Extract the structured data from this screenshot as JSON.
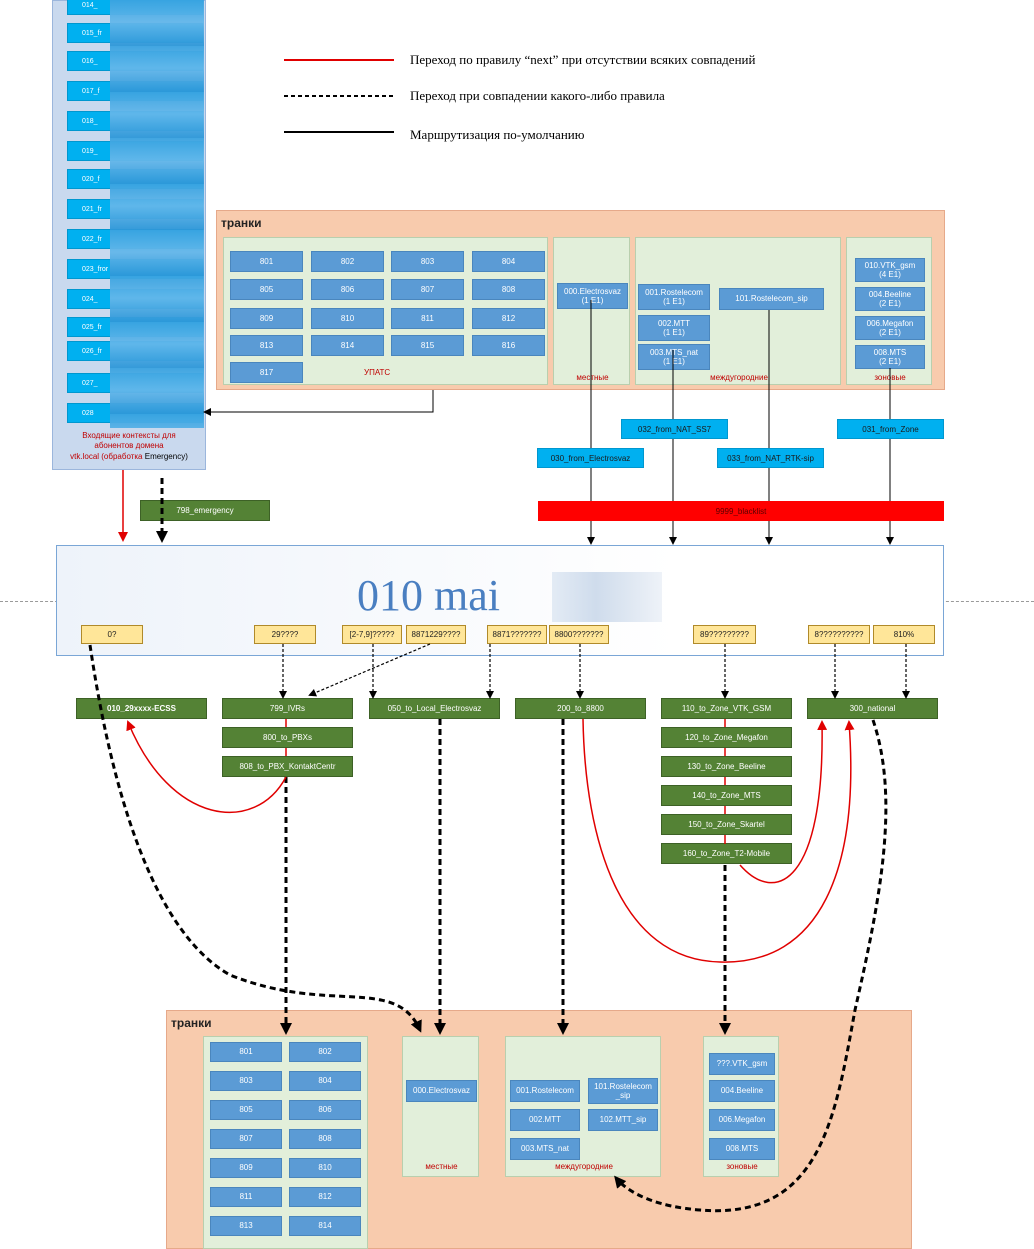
{
  "legend": [
    {
      "label": "Переход по правилу “next” при отсутствии всяких совпадений",
      "style": "solid-red"
    },
    {
      "label": "Переход при совпадении какого-либо правила",
      "style": "dashed-black"
    },
    {
      "label": "Маршрутизация по-умолчанию",
      "style": "solid-black"
    }
  ],
  "contexts": {
    "items": [
      "014_",
      "015_fr",
      "016_",
      "017_f",
      "018_",
      "019_",
      "020_f",
      "021_fr",
      "022_fr",
      "023_fror",
      "024_",
      "025_fr",
      "026_fr",
      "027_",
      "028"
    ],
    "caption_line1": "Входящие контексты для",
    "caption_line2": "абонентов домена",
    "caption_line3a": "vtk.local (обработка ",
    "caption_line3b": "Emergency)"
  },
  "top_trunks": {
    "title": "транки",
    "upats": {
      "caption": "УПАТС",
      "items": [
        "801",
        "802",
        "803",
        "804",
        "805",
        "806",
        "807",
        "808",
        "809",
        "810",
        "811",
        "812",
        "813",
        "814",
        "815",
        "816",
        "817"
      ]
    },
    "local": {
      "caption": "местные",
      "item_line1": "000.Electrosvaz",
      "item_line2": "(1 E1)"
    },
    "intercity": {
      "caption": "междугородние",
      "items": [
        {
          "l1": "001.Rostelecom",
          "l2": "(1 E1)"
        },
        {
          "l1": "002.MTT",
          "l2": "(1 E1)"
        },
        {
          "l1": "003.MTS_nat",
          "l2": "(1 E1)"
        }
      ],
      "sip": "101.Rostelecom_sip"
    },
    "zone": {
      "caption": "зоновые",
      "items": [
        {
          "l1": "010.VTK_gsm",
          "l2": "(4 E1)"
        },
        {
          "l1": "004.Beeline",
          "l2": "(2 E1)"
        },
        {
          "l1": "006.Megafon",
          "l2": "(2 E1)"
        },
        {
          "l1": "008.MTS",
          "l2": "(2 E1)"
        }
      ]
    }
  },
  "from_contexts": {
    "nat_ss7": "032_from_NAT_SS7",
    "zone": "031_from_Zone",
    "electrosvaz": "030_from_Electrosvaz",
    "nat_rtk_sip": "033_from_NAT_RTK-sip"
  },
  "emergency": "798_emergency",
  "blacklist": "9999_blacklist",
  "main": {
    "title": "010  mai",
    "patterns": [
      "0?",
      "29????",
      "[2-7,9]?????",
      "8871229????",
      "8871???????",
      "8800???????",
      "89?????????",
      "8??????????",
      "810%"
    ]
  },
  "routes": {
    "ecss": "010_29xxxx-ECSS",
    "ivrs": "799_IVRs",
    "pbxs": "800_to_PBXs",
    "kontakt": "808_to_PBX_KontaktCentr",
    "local": "050_to_Local_Electrosvaz",
    "r8800": "200_to_8800",
    "zone": [
      "110_to_Zone_VTK_GSM",
      "120_to_Zone_Megafon",
      "130_to_Zone_Beeline",
      "140_to_Zone_MTS",
      "150_to_Zone_Skartel",
      "160_to_Zone_T2-Mobile"
    ],
    "national": "300_national"
  },
  "bottom_trunks": {
    "title": "транки",
    "upats": [
      "801",
      "802",
      "803",
      "804",
      "805",
      "806",
      "807",
      "808",
      "809",
      "810",
      "811",
      "812",
      "813",
      "814"
    ],
    "local": {
      "caption": "местные",
      "item": "000.Electrosvaz"
    },
    "intercity": {
      "caption": "междугородние",
      "rostelecom": "001.Rostelecom",
      "rostelecom_sip_l1": "101.Rostelecom",
      "rostelecom_sip_l2": "_sip",
      "mtt": "002.MTT",
      "mtt_sip": "102.MTT_sip",
      "mts_nat": "003.MTS_nat"
    },
    "zone": {
      "caption": "зоновые",
      "items": [
        "???.VTK_gsm",
        "004.Beeline",
        "006.Megafon",
        "008.MTS"
      ]
    }
  },
  "colors": {
    "trunk_panel": "#f8cbad",
    "group": "#e2efda",
    "trunk": "#5b9bd5",
    "context": "#00b0f0",
    "route": "#548235",
    "pattern": "#ffe699",
    "blacklist": "#ff0000",
    "next_arrow": "#e00000"
  }
}
